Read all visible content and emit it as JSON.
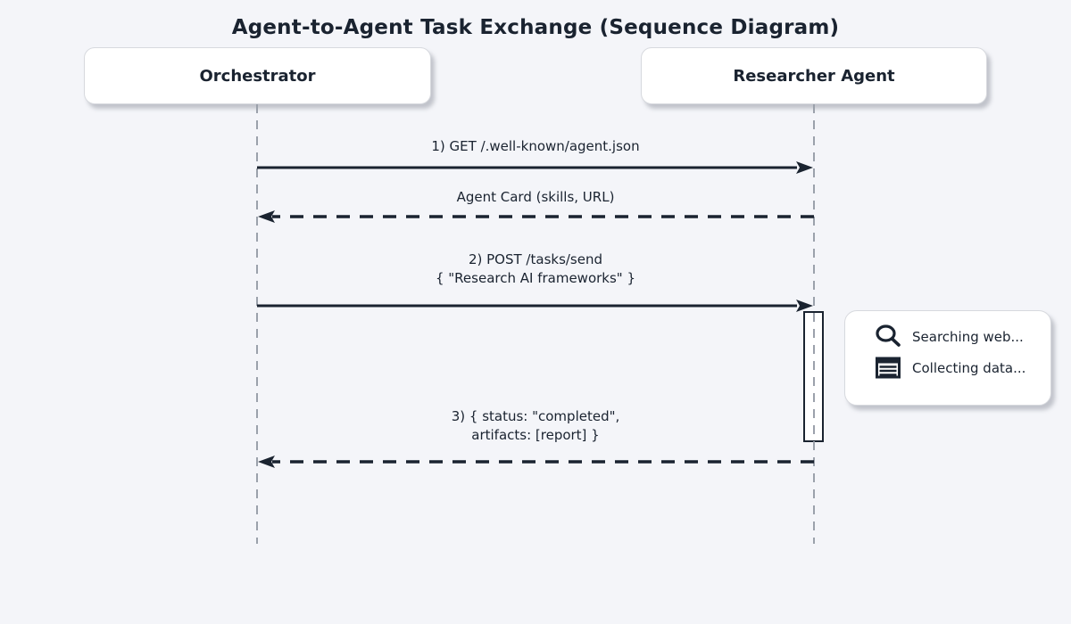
{
  "title": "Agent-to-Agent Task Exchange (Sequence Diagram)",
  "actors": [
    {
      "name": "Orchestrator"
    },
    {
      "name": "Researcher Agent"
    }
  ],
  "messages": [
    {
      "style": "solid",
      "direction": "right",
      "lines": [
        "1) GET /.well-known/agent.json"
      ]
    },
    {
      "style": "dashed",
      "direction": "left",
      "lines": [
        "Agent Card (skills, URL)"
      ]
    },
    {
      "style": "solid",
      "direction": "right",
      "lines": [
        "2) POST /tasks/send",
        "{ \"Research AI frameworks\" }"
      ]
    },
    {
      "style": "dashed",
      "direction": "left",
      "lines": [
        "3) { status: \"completed\",",
        "artifacts: [report] }"
      ]
    }
  ],
  "note": {
    "items": [
      {
        "icon": "search-icon",
        "label": "Searching web..."
      },
      {
        "icon": "list-icon",
        "label": "Collecting data..."
      }
    ]
  },
  "colors": {
    "background": "#f4f5f9",
    "ink": "#1a2330",
    "lifeline": "#9ba1ab",
    "box_fill": "#ffffff",
    "box_border": "#d7d9de"
  }
}
